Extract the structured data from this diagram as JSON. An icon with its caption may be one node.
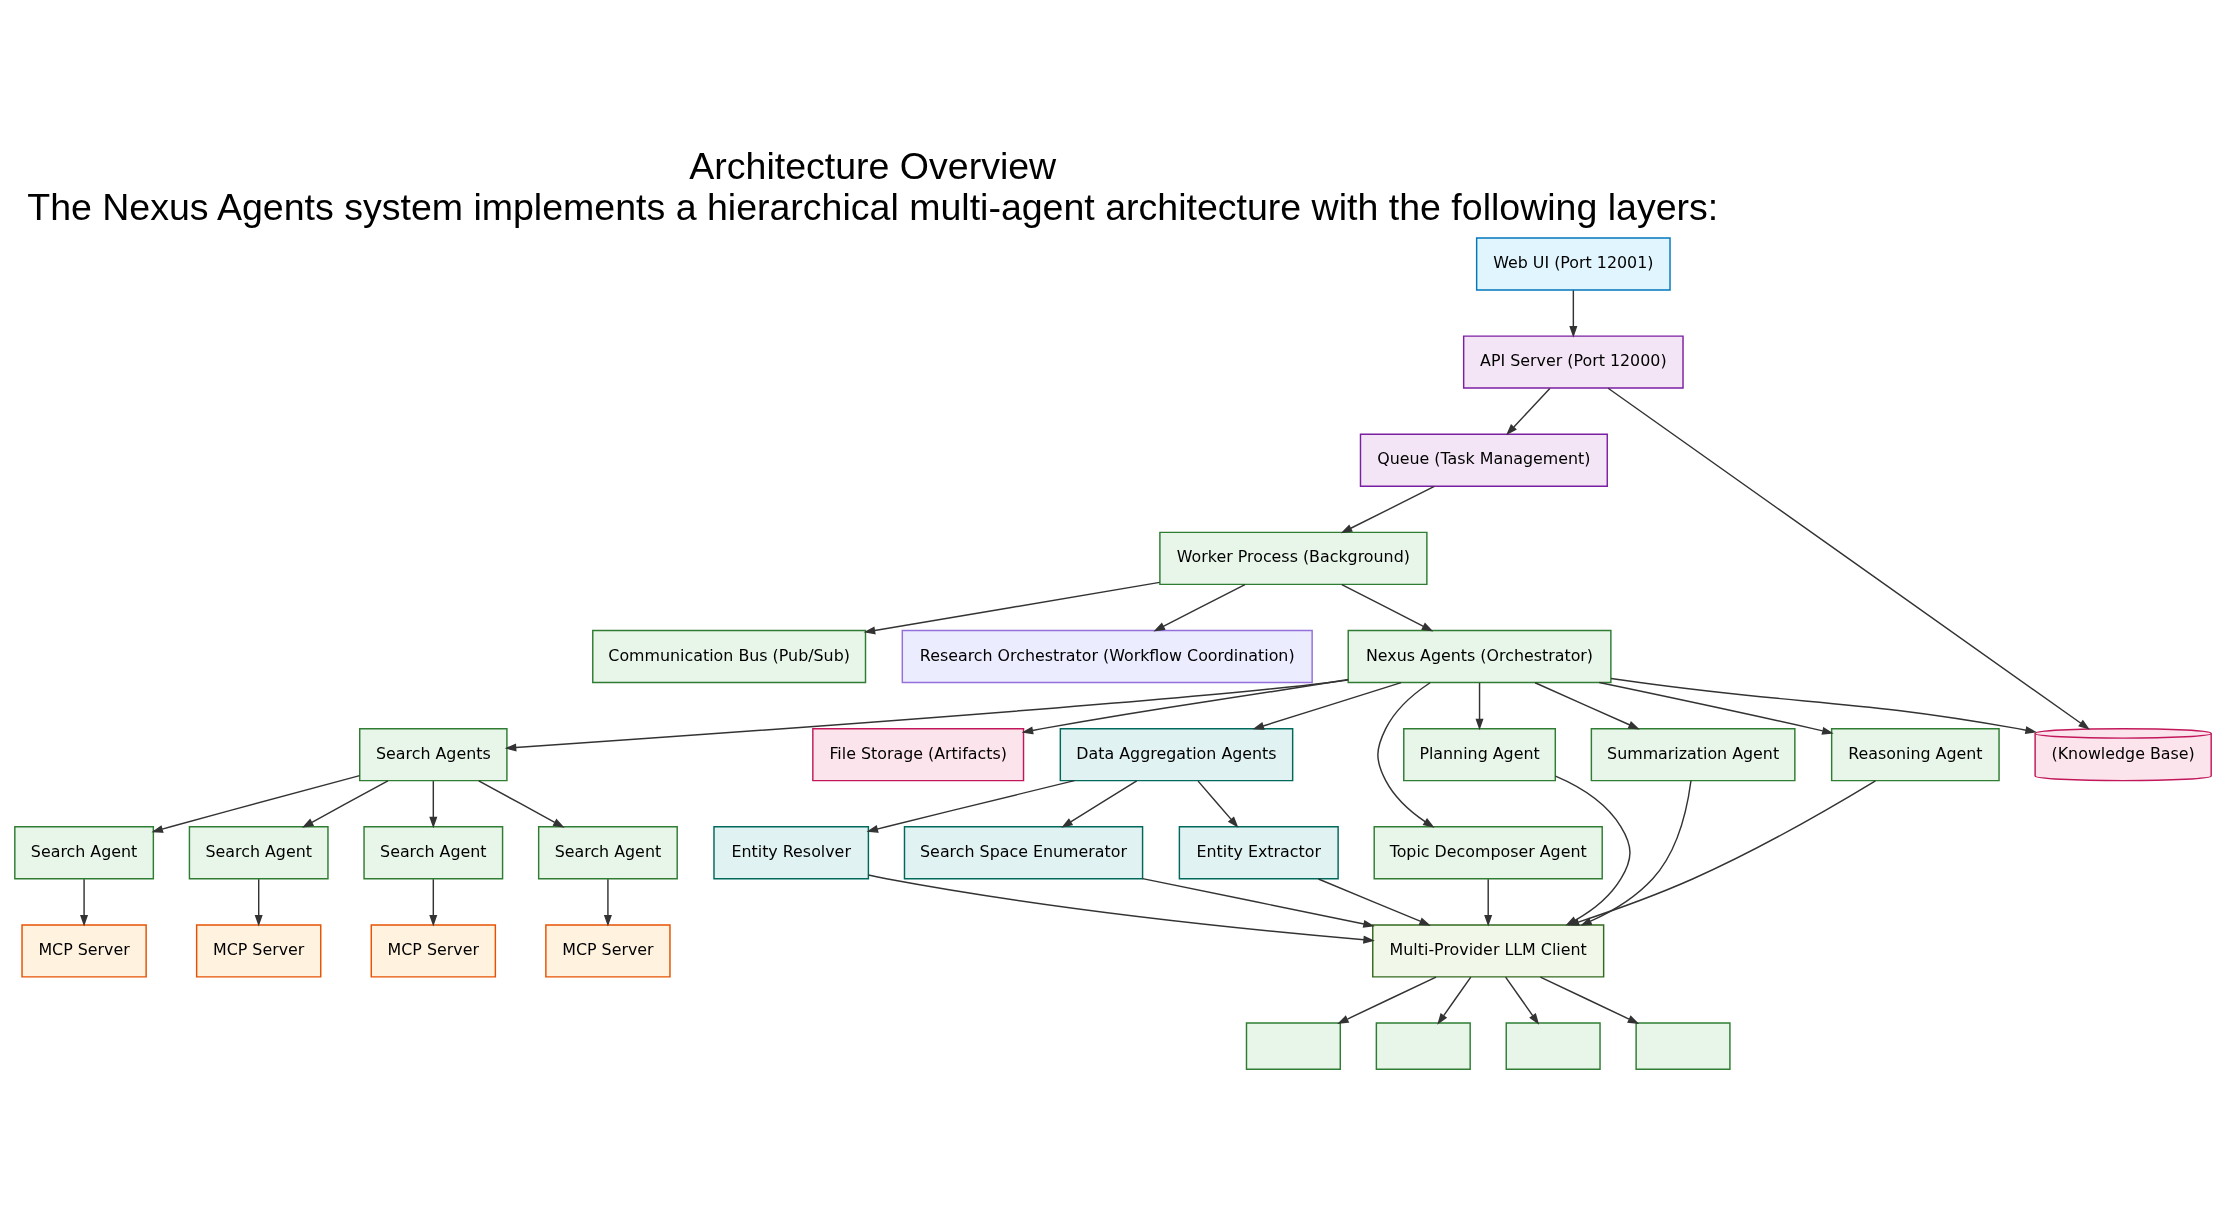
{
  "diagram": {
    "title": "Architecture Overview",
    "caption": "The Nexus Agents system implements a hierarchical multi-agent architecture with the following layers:",
    "nodes": [
      {
        "text": [
          "Web UI (Port 12001)"
        ]
      },
      {
        "text": [
          "API Server (Port 12000)"
        ]
      },
      {
        "text": [
          "Queue (Task Management)"
        ]
      },
      {
        "text": [
          "Worker Process (Background)"
        ]
      },
      {
        "text": [
          "Research Orchestrator (Workflow Coordination)"
        ]
      },
      {
        "text": [
          "Communication Bus (Pub/Sub)"
        ]
      },
      {
        "text": [
          "Nexus Agents (Orchestrator)"
        ]
      },
      {
        "text": [
          "(Knowledge Base)"
        ]
      },
      {
        "text": [
          "Search Agents"
        ]
      },
      {
        "text": [
          "File Storage (Artifacts)"
        ]
      },
      {
        "text": [
          "Data Aggregation Agents"
        ]
      },
      {
        "text": [
          "Search Agent"
        ]
      },
      {
        "text": [
          "Search Agent"
        ]
      },
      {
        "text": [
          "Search Agent"
        ]
      },
      {
        "text": [
          "Search Agent"
        ]
      },
      {
        "text": [
          "Topic Decomposer Agent"
        ]
      },
      {
        "text": [
          "Planning Agent"
        ]
      },
      {
        "text": [
          "Search Space Enumerator"
        ]
      },
      {
        "text": [
          "Entity Extractor"
        ]
      },
      {
        "text": [
          "Entity Resolver"
        ]
      },
      {
        "text": [
          "Summarization Agent"
        ]
      },
      {
        "text": [
          "Reasoning Agent"
        ]
      },
      {
        "text": [
          "MCP Server"
        ]
      },
      {
        "text": [
          "MCP Server"
        ]
      },
      {
        "text": [
          "MCP Server"
        ]
      },
      {
        "text": [
          "MCP Server"
        ]
      },
      {
        "text": [
          "Multi-Provider LLM Client"
        ]
      },
      {
        "text": [],
        "shape": "box"
      },
      {
        "text": [],
        "shape": "box"
      },
      {
        "text": [],
        "shape": "box"
      },
      {
        "text": [],
        "shape": "box"
      }
    ],
    "edges": [
      {
        "from": 0,
        "to": 1,
        "arrow": "to"
      },
      {
        "from": 1,
        "to": 2,
        "arrow": "to"
      },
      {
        "from": 1,
        "to": 7,
        "arrow": "to"
      },
      {
        "from": 2,
        "to": 3,
        "arrow": "to"
      },
      {
        "from": 3,
        "to": 4,
        "arrow": "to"
      },
      {
        "from": 3,
        "to": 5,
        "arrow": "to"
      },
      {
        "from": 3,
        "to": 6,
        "arrow": "to"
      },
      {
        "from": 6,
        "to": 7,
        "arrow": "to"
      },
      {
        "from": 6,
        "to": 8,
        "arrow": "to"
      },
      {
        "from": 6,
        "to": 9,
        "arrow": "to"
      },
      {
        "from": 6,
        "to": 15,
        "arrow": "to"
      },
      {
        "from": 6,
        "to": 16,
        "arrow": "to"
      },
      {
        "from": 6,
        "to": 10,
        "arrow": "to"
      },
      {
        "from": 6,
        "to": 20,
        "arrow": "to"
      },
      {
        "from": 6,
        "to": 21,
        "arrow": "to"
      },
      {
        "from": 8,
        "to": 11,
        "arrow": "to"
      },
      {
        "from": 8,
        "to": 12,
        "arrow": "to"
      },
      {
        "from": 8,
        "to": 13,
        "arrow": "to"
      },
      {
        "from": 8,
        "to": 14,
        "arrow": "to"
      },
      {
        "from": 10,
        "to": 17,
        "arrow": "to"
      },
      {
        "from": 10,
        "to": 18,
        "arrow": "to"
      },
      {
        "from": 10,
        "to": 19,
        "arrow": "to"
      },
      {
        "from": 11,
        "to": 22,
        "arrow": "to"
      },
      {
        "from": 12,
        "to": 23,
        "arrow": "to"
      },
      {
        "from": 13,
        "to": 24,
        "arrow": "to"
      },
      {
        "from": 14,
        "to": 25,
        "arrow": "to"
      },
      {
        "from": 15,
        "to": 26,
        "arrow": "to"
      },
      {
        "from": 16,
        "to": 26,
        "arrow": "to"
      },
      {
        "from": 17,
        "to": 26,
        "arrow": "to"
      },
      {
        "from": 18,
        "to": 26,
        "arrow": "to"
      },
      {
        "from": 19,
        "to": 26,
        "arrow": "to"
      },
      {
        "from": 20,
        "to": 26,
        "arrow": "to"
      },
      {
        "from": 21,
        "to": 26,
        "arrow": "to"
      },
      {
        "from": 26,
        "to": 27,
        "arrow": "to"
      },
      {
        "from": 26,
        "to": 28,
        "arrow": "to"
      },
      {
        "from": 26,
        "to": 29,
        "arrow": "to"
      },
      {
        "from": 26,
        "to": 30,
        "arrow": "to"
      }
    ]
  }
}
